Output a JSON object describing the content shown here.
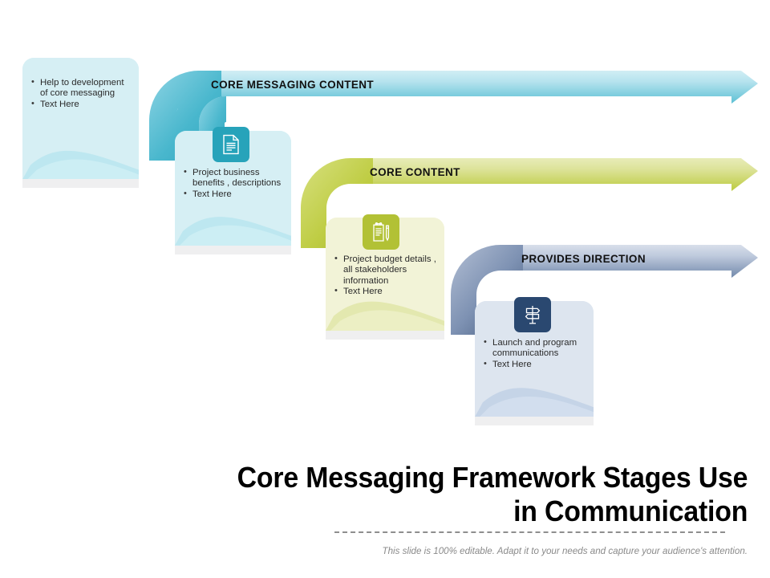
{
  "slide": {
    "title_line1": "Core Messaging Framework Stages Use",
    "title_line2": "in Communication",
    "subtitle": "This slide is 100% editable. Adapt it to your needs and capture your audience's attention."
  },
  "stages": [
    {
      "banner_label": "CORE MESSAGING CONTENT",
      "banner_color": "#4fbdd0",
      "banner_color_light": "#cdeef5",
      "card_color": "#d6eff4",
      "card_swoosh_color": "#b7e4ee",
      "icon": null,
      "icon_color": null,
      "bullets": [
        "Help to development of core messaging",
        "Text  Here"
      ]
    },
    {
      "banner_label": "CORE CONTENT",
      "banner_color": "#b9c83c",
      "banner_color_light": "#e8eec0",
      "card_color": "#d6eff4",
      "card_swoosh_color": "#b7e4ee",
      "icon": "document-lines-icon",
      "icon_color": "#27a3ba",
      "bullets": [
        "Project business benefits , descriptions",
        "Text  Here"
      ]
    },
    {
      "banner_label": "PROVIDES DIRECTION",
      "banner_color": "#7b90b3",
      "banner_color_light": "#dfe5ee",
      "card_color": "#f2f3d7",
      "card_swoosh_color": "#e3e7b0",
      "icon": "clipboard-pencil-icon",
      "icon_color": "#b2c135",
      "bullets": [
        "Project budget details , all stakeholders information",
        "Text  Here"
      ]
    },
    {
      "banner_label": null,
      "banner_color": null,
      "banner_color_light": null,
      "card_color": "#dde5ef",
      "card_swoosh_color": "#c3d2e6",
      "icon": "signpost-direction-icon",
      "icon_color": "#2a4870",
      "bullets": [
        "Launch and program communications",
        "Text  Here"
      ]
    }
  ]
}
